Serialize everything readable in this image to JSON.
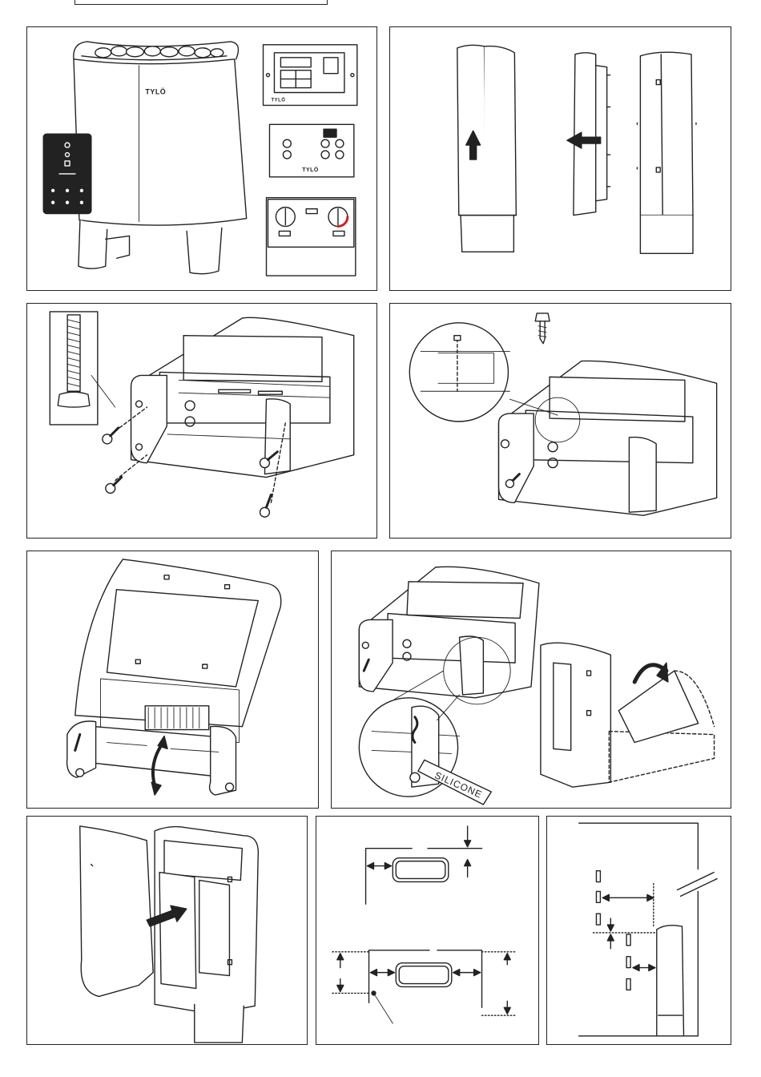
{
  "brand_logo": "TYLÖ",
  "silicone_label": "SILICONE",
  "colors": {
    "line": "#222222",
    "background": "#ffffff",
    "dial_accent": "#cc2222"
  },
  "panels": [
    {
      "name": "heater-overview"
    },
    {
      "name": "side-panel-removal"
    },
    {
      "name": "leg-mounting"
    },
    {
      "name": "screw-detail"
    },
    {
      "name": "open-front-cover"
    },
    {
      "name": "silicone-sealing"
    },
    {
      "name": "refit-side-panel"
    },
    {
      "name": "clearance-dimensions"
    },
    {
      "name": "wall-distance"
    }
  ],
  "icons": [
    "arrow-up-icon",
    "arrow-left-icon",
    "arrow-right-icon",
    "curved-arrow-icon",
    "double-arrow-icon",
    "screw-icon",
    "adjustable-foot-icon"
  ]
}
